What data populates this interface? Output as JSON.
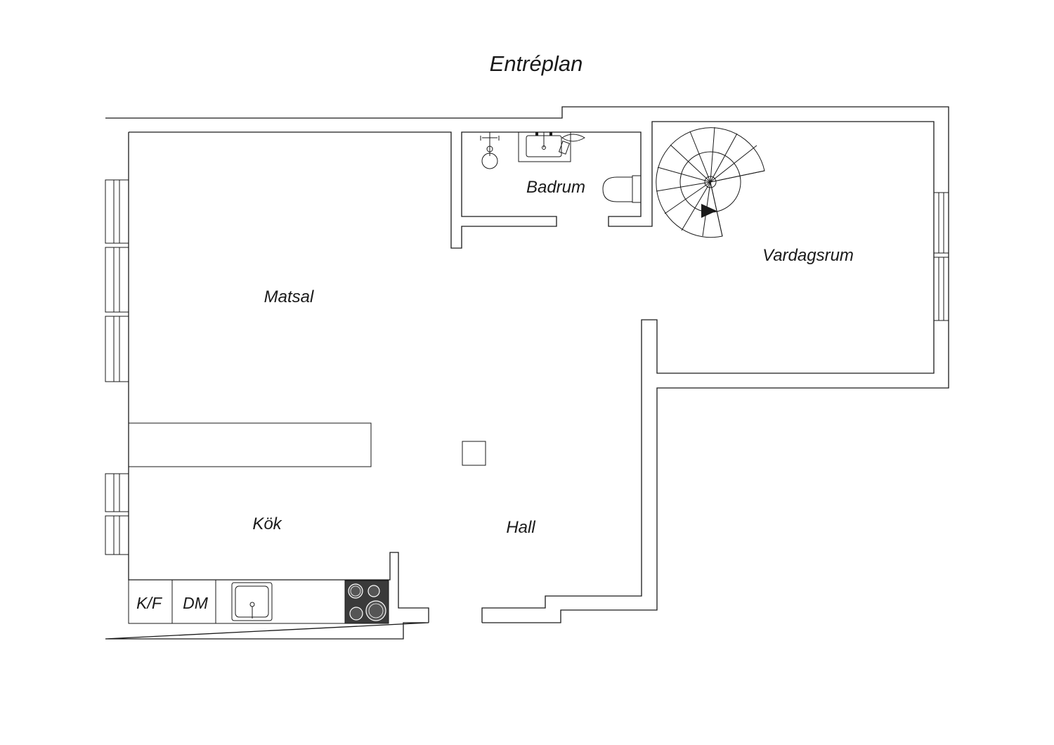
{
  "title": "Entréplan",
  "rooms": {
    "matsal": "Matsal",
    "badrum": "Badrum",
    "vardagsrum": "Vardagsrum",
    "kok": "Kök",
    "hall": "Hall"
  },
  "appliances": {
    "fridge_freezer": "K/F",
    "dishwasher": "DM"
  },
  "colors": {
    "line": "#1a1a1a",
    "stove": "#3a3a3a"
  }
}
